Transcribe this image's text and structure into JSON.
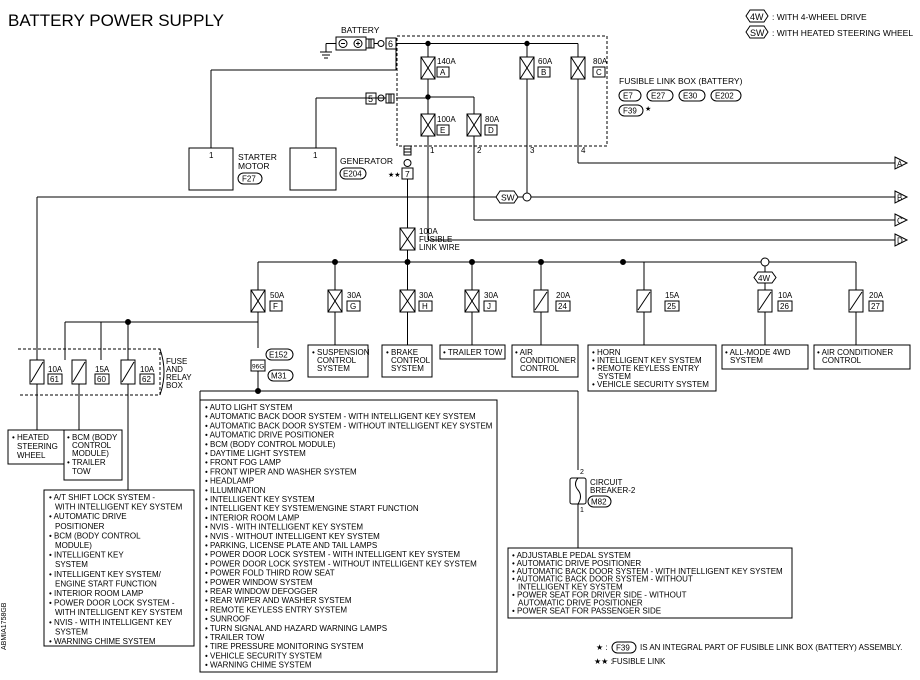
{
  "title": "BATTERY POWER SUPPLY",
  "legend": {
    "four_wd_tag": "4W",
    "four_wd_text": ": WITH 4-WHEEL DRIVE",
    "sw_tag": "SW",
    "sw_text": ": WITH HEATED STEERING WHEEL"
  },
  "battery": {
    "label": "BATTERY",
    "terminal": "6",
    "gen_terminal": "5"
  },
  "fusible_link_box": {
    "label": "FUSIBLE LINK BOX (BATTERY)",
    "connectors": [
      "E7",
      "E27",
      "E30",
      "E202",
      "F39"
    ],
    "fuses": [
      {
        "amp": "140A",
        "id": "A"
      },
      {
        "amp": "60A",
        "id": "B"
      },
      {
        "amp": "80A",
        "id": "C"
      },
      {
        "amp": "100A",
        "id": "E"
      },
      {
        "amp": "80A",
        "id": "D"
      }
    ],
    "outputs": [
      "1",
      "2",
      "3",
      "4"
    ]
  },
  "starter_motor": {
    "pin": "1",
    "label_1": "STARTER",
    "label_2": "MOTOR",
    "connector": "F27"
  },
  "generator": {
    "pin": "1",
    "label": "GENERATOR",
    "connector": "E204"
  },
  "fusible_link_wire": {
    "pin": "7",
    "marker": "★★",
    "amp": "100A",
    "label_1": "FUSIBLE",
    "label_2": "LINK WIRE"
  },
  "arrows": [
    "A",
    "B",
    "C",
    "D"
  ],
  "sw_tag": "SW",
  "four_wd_tag": "4W",
  "fuse_relay_box": {
    "label_1": "FUSE",
    "label_2": "AND",
    "label_3": "RELAY",
    "label_4": "BOX"
  },
  "small_fuses": [
    {
      "amp": "10A",
      "id": "61"
    },
    {
      "amp": "15A",
      "id": "60"
    },
    {
      "amp": "10A",
      "id": "62"
    },
    {
      "amp": "50A",
      "id": "F"
    },
    {
      "amp": "30A",
      "id": "G"
    },
    {
      "amp": "30A",
      "id": "H"
    },
    {
      "amp": "30A",
      "id": "J"
    },
    {
      "amp": "20A",
      "id": "24"
    },
    {
      "amp": "15A",
      "id": "25"
    },
    {
      "amp": "10A",
      "id": "26"
    },
    {
      "amp": "20A",
      "id": "27"
    }
  ],
  "connector_e152": "E152",
  "connector_96g": "96G",
  "connector_m31": "M31",
  "load_boxes": {
    "suspension": [
      "• SUSPENSION",
      "CONTROL",
      "SYSTEM"
    ],
    "brake": [
      "• BRAKE",
      "CONTROL",
      "SYSTEM"
    ],
    "trailer": [
      "• TRAILER TOW"
    ],
    "aircon1": [
      "• AIR",
      "CONDITIONER",
      "CONTROL"
    ],
    "horn": [
      "• HORN",
      "• INTELLIGENT KEY SYSTEM",
      "• REMOTE KEYLESS ENTRY",
      "SYSTEM",
      "• VEHICLE SECURITY SYSTEM"
    ],
    "allmode": [
      "• ALL-MODE 4WD",
      "SYSTEM"
    ],
    "aircon2": [
      "• AIR CONDITIONER",
      "CONTROL"
    ],
    "heated": [
      "• HEATED",
      "STEERING",
      "WHEEL"
    ],
    "bcm": [
      "• BCM (BODY",
      "CONTROL",
      "MODULE)",
      "• TRAILER",
      "TOW"
    ],
    "atshift": [
      "• A/T SHIFT LOCK SYSTEM -",
      "WITH INTELLIGENT KEY SYSTEM",
      "• AUTOMATIC DRIVE",
      "POSITIONER",
      "• BCM (BODY CONTROL",
      "MODULE)",
      "• INTELLIGENT KEY",
      "SYSTEM",
      "• INTELLIGENT KEY SYSTEM/",
      "ENGINE START FUNCTION",
      "• INTERIOR ROOM LAMP",
      "• POWER DOOR LOCK SYSTEM -",
      "WITH INTELLIGENT KEY SYSTEM",
      "• NVIS - WITH INTELLIGENT KEY",
      "SYSTEM",
      "• WARNING CHIME SYSTEM"
    ],
    "big": [
      "• AUTO LIGHT SYSTEM",
      "• AUTOMATIC BACK DOOR SYSTEM - WITH INTELLIGENT KEY SYSTEM",
      "• AUTOMATIC BACK DOOR SYSTEM - WITHOUT INTELLIGENT KEY SYSTEM",
      "• AUTOMATIC DRIVE POSITIONER",
      "• BCM (BODY CONTROL MODULE)",
      "• DAYTIME LIGHT SYSTEM",
      "• FRONT FOG LAMP",
      "• FRONT WIPER AND WASHER SYSTEM",
      "• HEADLAMP",
      "• ILLUMINATION",
      "• INTELLIGENT KEY SYSTEM",
      "• INTELLIGENT KEY SYSTEM/ENGINE START FUNCTION",
      "• INTERIOR ROOM LAMP",
      "• NVIS - WITH INTELLIGENT KEY SYSTEM",
      "• NVIS - WITHOUT INTELLIGENT KEY SYSTEM",
      "• PARKING, LICENSE PLATE AND TAIL LAMPS",
      "• POWER DOOR LOCK SYSTEM - WITH INTELLIGENT KEY SYSTEM",
      "• POWER DOOR LOCK SYSTEM - WITHOUT INTELLIGENT KEY SYSTEM",
      "• POWER FOLD THIRD ROW SEAT",
      "• POWER WINDOW SYSTEM",
      "• REAR WINDOW DEFOGGER",
      "• REAR WIPER AND WASHER SYSTEM",
      "• REMOTE KEYLESS ENTRY SYSTEM",
      "• SUNROOF",
      "• TURN SIGNAL AND HAZARD WARNING LAMPS",
      "• TRAILER TOW",
      "• TIRE PRESSURE MONITORING SYSTEM",
      "• VEHICLE SECURITY SYSTEM",
      "• WARNING CHIME SYSTEM"
    ],
    "pedal": [
      "• ADJUSTABLE PEDAL SYSTEM",
      "• AUTOMATIC DRIVE POSITIONER",
      "• AUTOMATIC BACK DOOR SYSTEM - WITH INTELLIGENT KEY SYSTEM",
      "• AUTOMATIC BACK DOOR SYSTEM - WITHOUT",
      "INTELLIGENT KEY SYSTEM",
      "• POWER SEAT FOR DRIVER SIDE - WITHOUT",
      "AUTOMATIC DRIVE POSITIONER",
      "• POWER SEAT FOR PASSENGER SIDE"
    ]
  },
  "circuit_breaker": {
    "label_1": "CIRCUIT",
    "label_2": "BREAKER-2",
    "connector": "M82",
    "pin_top": "2",
    "pin_bottom": "1"
  },
  "footnotes": {
    "n1_mark": "★ :",
    "n1_conn": "F39",
    "n1_text": "IS AN INTEGRAL PART OF FUSIBLE LINK BOX (BATTERY) ASSEMBLY.",
    "n2_mark": "★★ :",
    "n2_text": "FUSIBLE LINK"
  },
  "side_code": "ABMIA1758GB"
}
